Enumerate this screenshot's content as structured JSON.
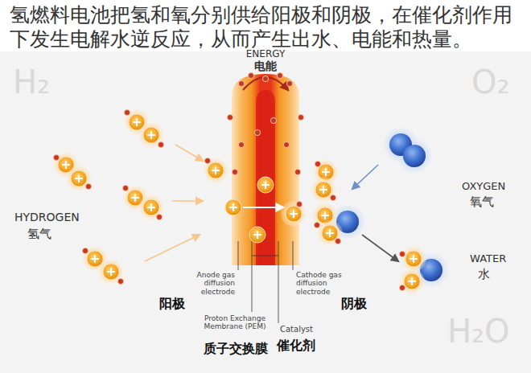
{
  "diagram": {
    "title": "氢燃料电池把氢和氧分别供给阳极和阴极，在催化剂作用下发生电解水逆反应，从而产生出水、电能和热量。",
    "labels": [
      "H₂",
      "O₂",
      "H₂O",
      "ENERGY",
      "电能",
      "HYDROGEN",
      "氢气",
      "OXYGEN",
      "氧气",
      "WATER",
      "水",
      "阳极",
      "阴极",
      "Anode gas diffusion electrode",
      "Cathode gas diffusion electrode",
      "Proton Exchange Membrane (PEM)",
      "质子交换膜",
      "Catalyst",
      "催化剂"
    ]
  }
}
